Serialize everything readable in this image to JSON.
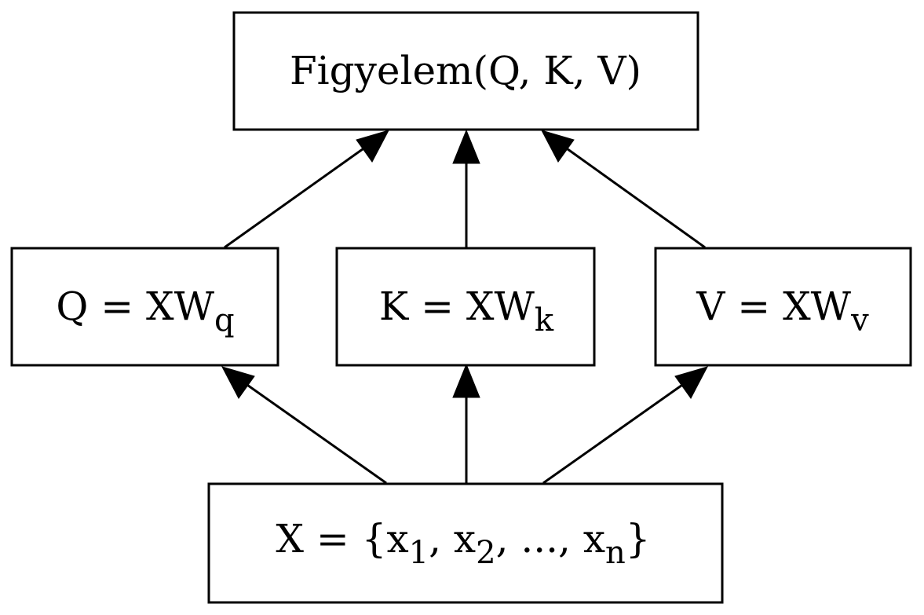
{
  "colors": {
    "stroke": "#000000",
    "fill": "#ffffff",
    "text": "#000000"
  },
  "nodes": {
    "attention": {
      "text": "Figyelem(Q, K, V)"
    },
    "query": {
      "prefix": "Q = XW",
      "subscript": "q"
    },
    "key": {
      "prefix": "K = XW",
      "subscript": "k"
    },
    "value": {
      "prefix": "V = XW",
      "subscript": "v"
    },
    "input": {
      "part1": "X = {x",
      "sub1": "1",
      "part2": ", x",
      "sub2": "2",
      "part3": ", ..., x",
      "sub3": "n",
      "part4": "}"
    }
  },
  "edges": [
    {
      "from": "input",
      "to": "query"
    },
    {
      "from": "input",
      "to": "key"
    },
    {
      "from": "input",
      "to": "value"
    },
    {
      "from": "query",
      "to": "attention"
    },
    {
      "from": "key",
      "to": "attention"
    },
    {
      "from": "value",
      "to": "attention"
    }
  ]
}
